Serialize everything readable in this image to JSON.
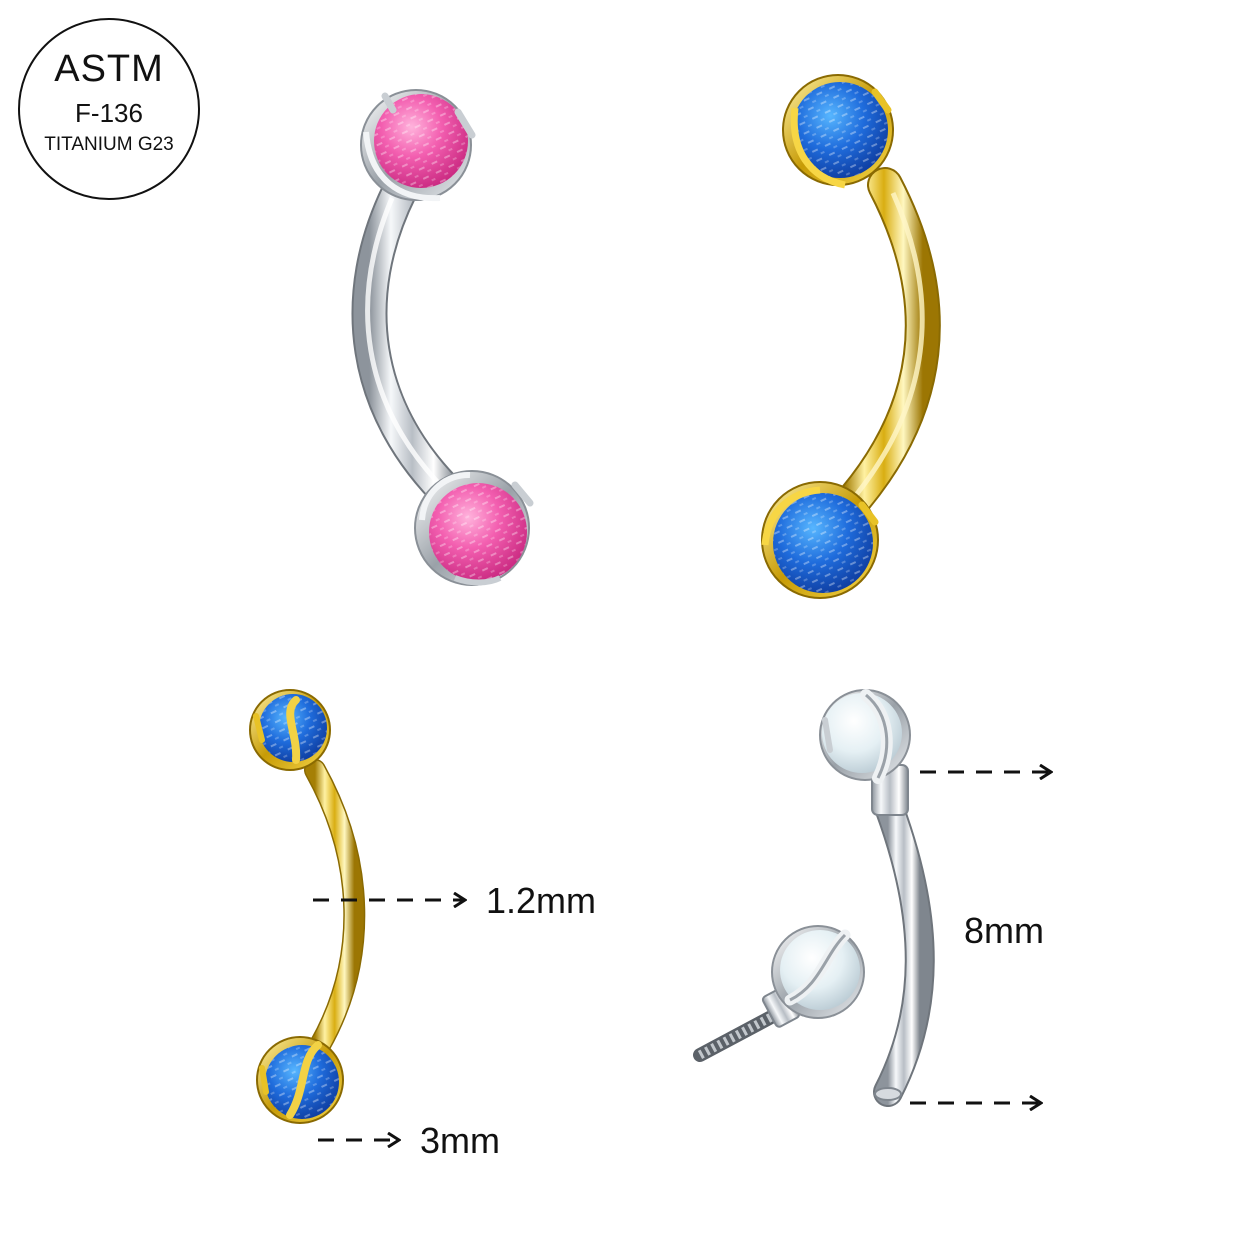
{
  "badge": {
    "line1": "ASTM",
    "line2": "F-136",
    "line3": "TITANIUM G23"
  },
  "dimensions": {
    "thickness": "1.2mm",
    "ball_size": "3mm",
    "length": "8mm"
  },
  "colors": {
    "silver": "#cfd3d8",
    "gold": "#e0b81a",
    "pink_opal": "#ef5ca8",
    "blue_opal": "#1d66d8",
    "white_opal": "#e8f1f5",
    "arrow": "#111111"
  },
  "products": [
    {
      "metal": "silver",
      "opal": "pink"
    },
    {
      "metal": "gold",
      "opal": "blue"
    },
    {
      "metal": "gold",
      "opal": "blue"
    },
    {
      "metal": "silver",
      "opal": "white"
    }
  ]
}
